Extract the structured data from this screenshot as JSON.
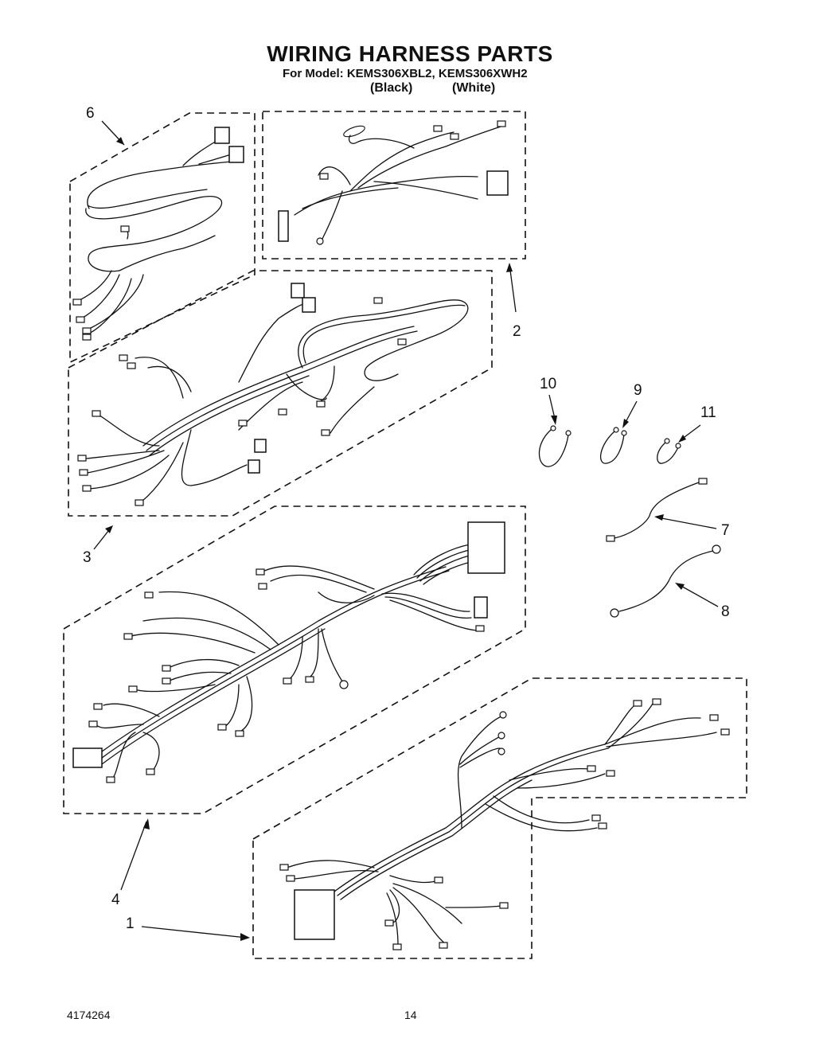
{
  "header": {
    "title": "WIRING HARNESS PARTS",
    "model_line": "For Model: KEMS306XBL2, KEMS306XWH2",
    "variant_black": "(Black)",
    "variant_white": "(White)"
  },
  "callouts": {
    "c1": "1",
    "c2": "2",
    "c3": "3",
    "c4": "4",
    "c6": "6",
    "c7": "7",
    "c8": "8",
    "c9": "9",
    "c10": "10",
    "c11": "11"
  },
  "footer": {
    "part_number": "4174264",
    "page_number": "14"
  }
}
